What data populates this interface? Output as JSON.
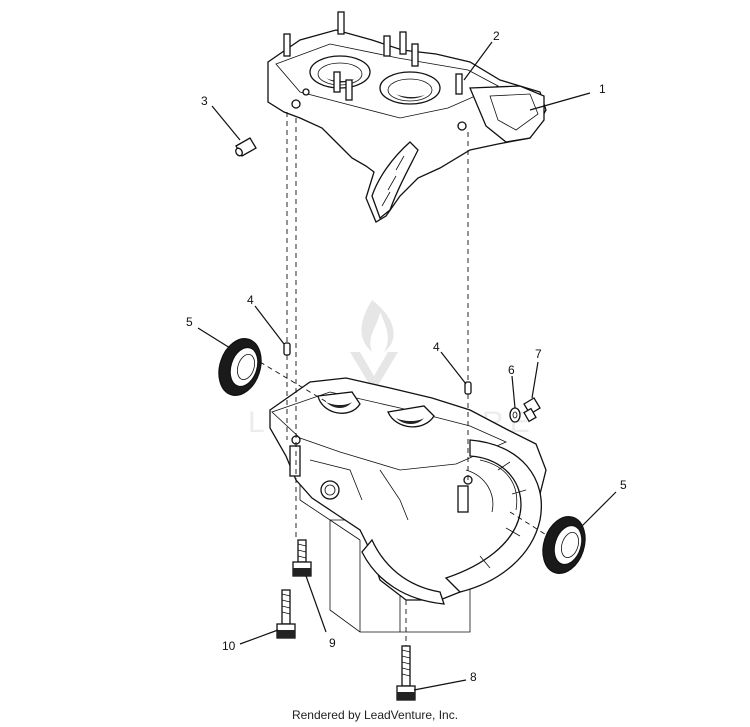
{
  "callouts": {
    "c1": "1",
    "c2": "2",
    "c3": "3",
    "c4a": "4",
    "c4b": "4",
    "c5a": "5",
    "c5b": "5",
    "c6": "6",
    "c7": "7",
    "c8": "8",
    "c9": "9",
    "c10": "10"
  },
  "watermark": "LEADVENTURE",
  "footer": "Rendered by LeadVenture, Inc."
}
